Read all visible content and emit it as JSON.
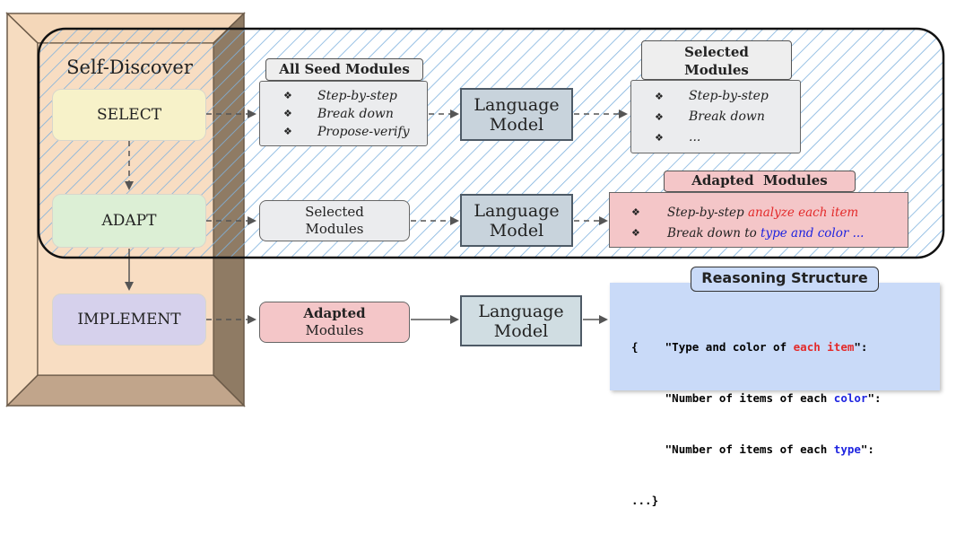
{
  "frame_title": "Self-Discover",
  "stages": {
    "select": "SELECT",
    "adapt": "ADAPT",
    "implement": "IMPLEMENT"
  },
  "all_seed_modules": {
    "title": "All Seed Modules",
    "items": [
      "Step-by-step",
      "Break down",
      "Propose-verify"
    ]
  },
  "selected_modules_top": {
    "title": "Selected\nModules",
    "items": [
      "Step-by-step",
      "Break down",
      "..."
    ]
  },
  "selected_modules_mid": "Selected\nModules",
  "adapted_modules_top": {
    "title": "Adapted  Modules",
    "item1_plain": "Step-by-step ",
    "item1_highlight": "analyze each item",
    "item2_plain": "Break down to ",
    "item2_highlight": "type and color ..."
  },
  "adapted_modules_bottom": {
    "line1": "Adapted",
    "line2": "Modules"
  },
  "language_model_label": "Language\nModel",
  "reasoning_structure": {
    "title": "Reasoning Structure",
    "line1_open": "{",
    "line1_a": "\"Type and color of ",
    "line1_hl": "each item",
    "line1_b": "\":",
    "line2_a": "\"Number of items of each ",
    "line2_hl": "color",
    "line2_b": "\":",
    "line3_a": "\"Number of items of each ",
    "line3_hl": "type",
    "line3_b": "\":",
    "line4": "...}"
  },
  "colors": {
    "frame_face": "#f8ddc2",
    "frame_top": "#f4d7b9",
    "frame_right": "#8f7b64",
    "frame_bottom": "#c1a58b",
    "select_fill": "#f7f2c9",
    "adapt_fill": "#dcefd5",
    "implement_fill": "#d6d1ec",
    "adapted_fill": "#f4c6c8",
    "reasoning_fill": "#c9daf8",
    "hatch": "#7fb2de",
    "red_text": "#e32a2a",
    "blue_text": "#1e24e0"
  }
}
